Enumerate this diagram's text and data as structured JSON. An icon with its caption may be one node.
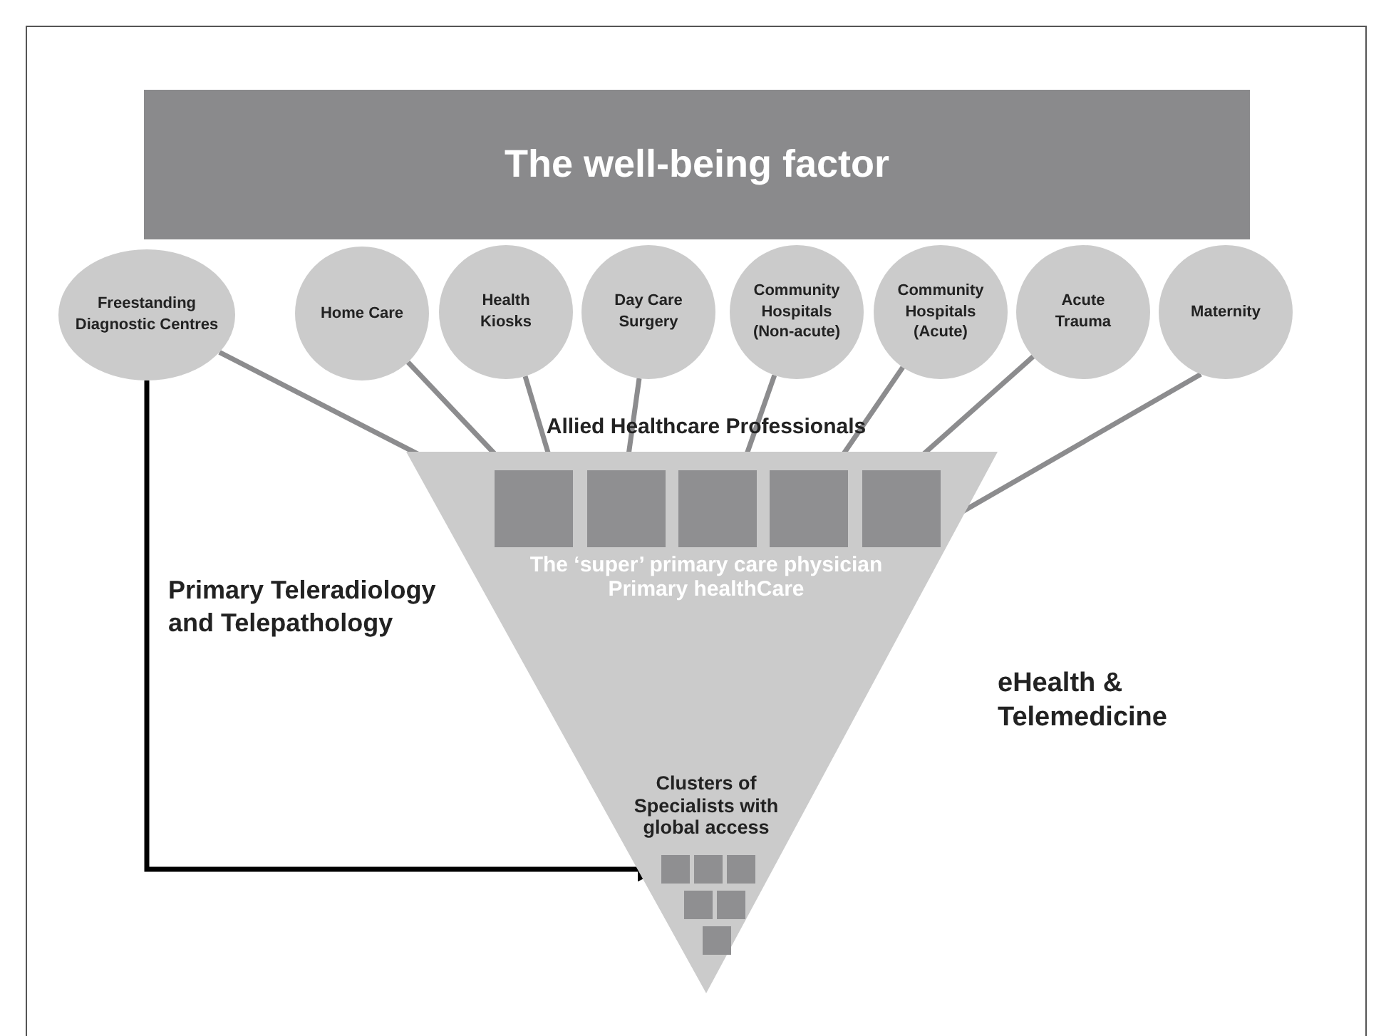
{
  "diagram": {
    "nodes": [
      {
        "text": [
          "The well-being factor"
        ]
      },
      {
        "text": [
          "Freestanding Diagnostic Centres"
        ]
      },
      {
        "text": [
          "Home Care"
        ]
      },
      {
        "text": [
          "Health Kiosks"
        ]
      },
      {
        "text": [
          "Day Care Surgery"
        ]
      },
      {
        "text": [
          "Community Hospitals (Non-acute)"
        ]
      },
      {
        "text": [
          "Community Hospitals (Acute)"
        ]
      },
      {
        "text": [
          "Acute Trauma"
        ]
      },
      {
        "text": [
          "Maternity"
        ]
      },
      {
        "text": [
          "Allied Healthcare Professionals",
          "The ‘super’ primary care physician Primary healthCare",
          "Clusters of Specialists with global access"
        ]
      },
      {
        "text": [],
        "shape": "box",
        "in": 9
      },
      {
        "text": [],
        "shape": "box",
        "in": 9
      },
      {
        "text": [],
        "shape": "box",
        "in": 9
      },
      {
        "text": [],
        "shape": "box",
        "in": 9
      },
      {
        "text": [],
        "shape": "box",
        "in": 9
      },
      {
        "text": [],
        "shape": "box",
        "in": 9
      },
      {
        "text": [],
        "shape": "box",
        "in": 9
      },
      {
        "text": [],
        "shape": "box",
        "in": 9
      },
      {
        "text": [],
        "shape": "box",
        "in": 9
      },
      {
        "text": [],
        "shape": "box",
        "in": 9
      },
      {
        "text": [],
        "shape": "box",
        "in": 9
      }
    ],
    "edges": [
      {
        "from": 1,
        "to": 10,
        "arrow": "none"
      },
      {
        "from": 2,
        "to": 10,
        "arrow": "none"
      },
      {
        "from": 3,
        "to": 10,
        "arrow": "none"
      },
      {
        "from": 4,
        "to": 11,
        "arrow": "none"
      },
      {
        "from": 5,
        "to": 12,
        "arrow": "none"
      },
      {
        "from": 6,
        "to": 13,
        "arrow": "none"
      },
      {
        "from": 7,
        "to": 14,
        "arrow": "none"
      },
      {
        "from": 8,
        "to": 14,
        "arrow": "none"
      },
      {
        "from": 1,
        "to": 15,
        "arrow": "to",
        "label": "Primary Teleradiology and Telepathology",
        "color": "#000000"
      }
    ],
    "labels": [
      "eHealth & Telemedicine"
    ]
  }
}
